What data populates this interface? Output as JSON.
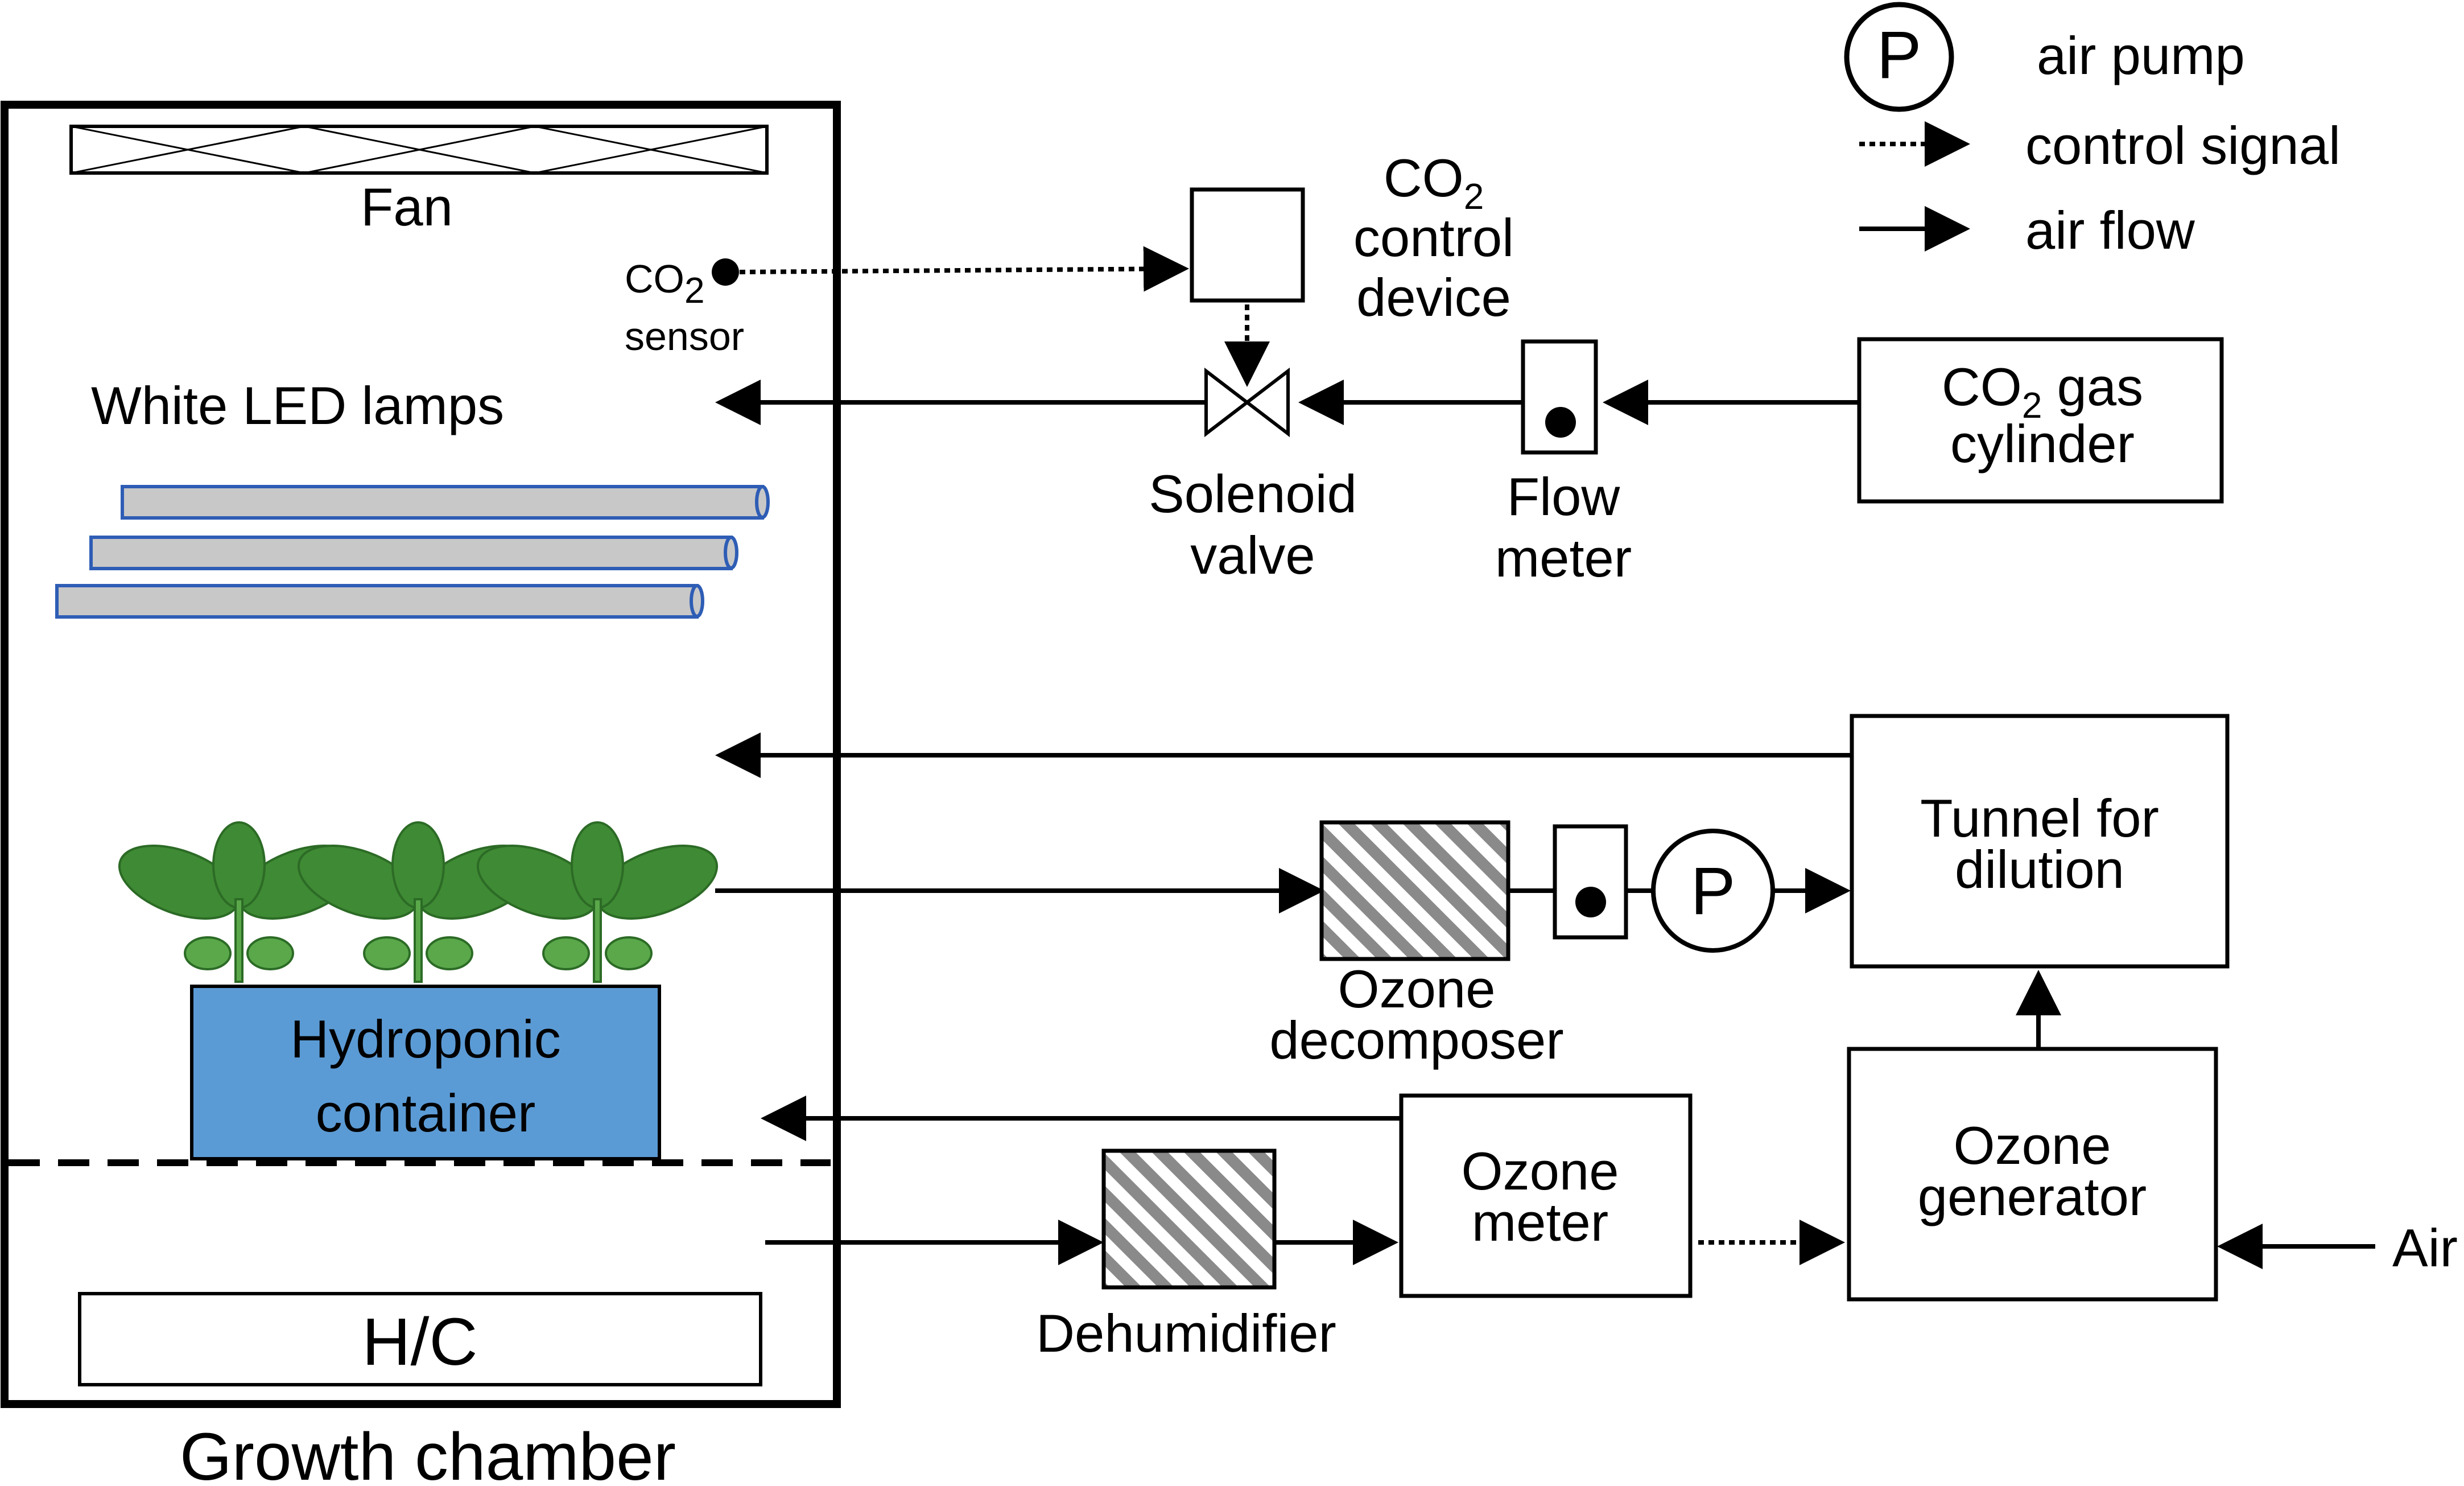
{
  "legend": {
    "pump_symbol": "P",
    "pump_label": "air pump",
    "control_label": "control signal",
    "flow_label": "air flow"
  },
  "chamber": {
    "title": "Growth chamber",
    "fan": "Fan",
    "co2_sensor": {
      "co": "CO",
      "sub": "2",
      "line2": "sensor"
    },
    "led_lamps": "White LED lamps",
    "hydroponic": {
      "line1": "Hydroponic",
      "line2": "container"
    },
    "hc": "H/C"
  },
  "co2_system": {
    "control_device": {
      "co": "CO",
      "sub": "2",
      "line2": "control",
      "line3": "device"
    },
    "solenoid_valve": {
      "line1": "Solenoid",
      "line2": "valve"
    },
    "flow_meter": {
      "line1": "Flow",
      "line2": "meter"
    },
    "gas_cylinder": {
      "co": "CO",
      "sub": "2",
      "rest": " gas",
      "line2": "cylinder"
    }
  },
  "ozone_system": {
    "tunnel": {
      "line1": "Tunnel for",
      "line2": "dilution"
    },
    "pump_symbol": "P",
    "decomposer": {
      "line1": "Ozone",
      "line2": "decomposer"
    },
    "generator": {
      "line1": "Ozone",
      "line2": "generator"
    },
    "meter": {
      "line1": "Ozone",
      "line2": "meter"
    },
    "dehumidifier": "Dehumidifier",
    "air_input": "Air"
  },
  "colors": {
    "hydroponic_fill": "#5b9bd5",
    "lamp_fill": "#c8c8c8",
    "lamp_stroke": "#2e5db5",
    "leaf": "#3f8a34"
  }
}
